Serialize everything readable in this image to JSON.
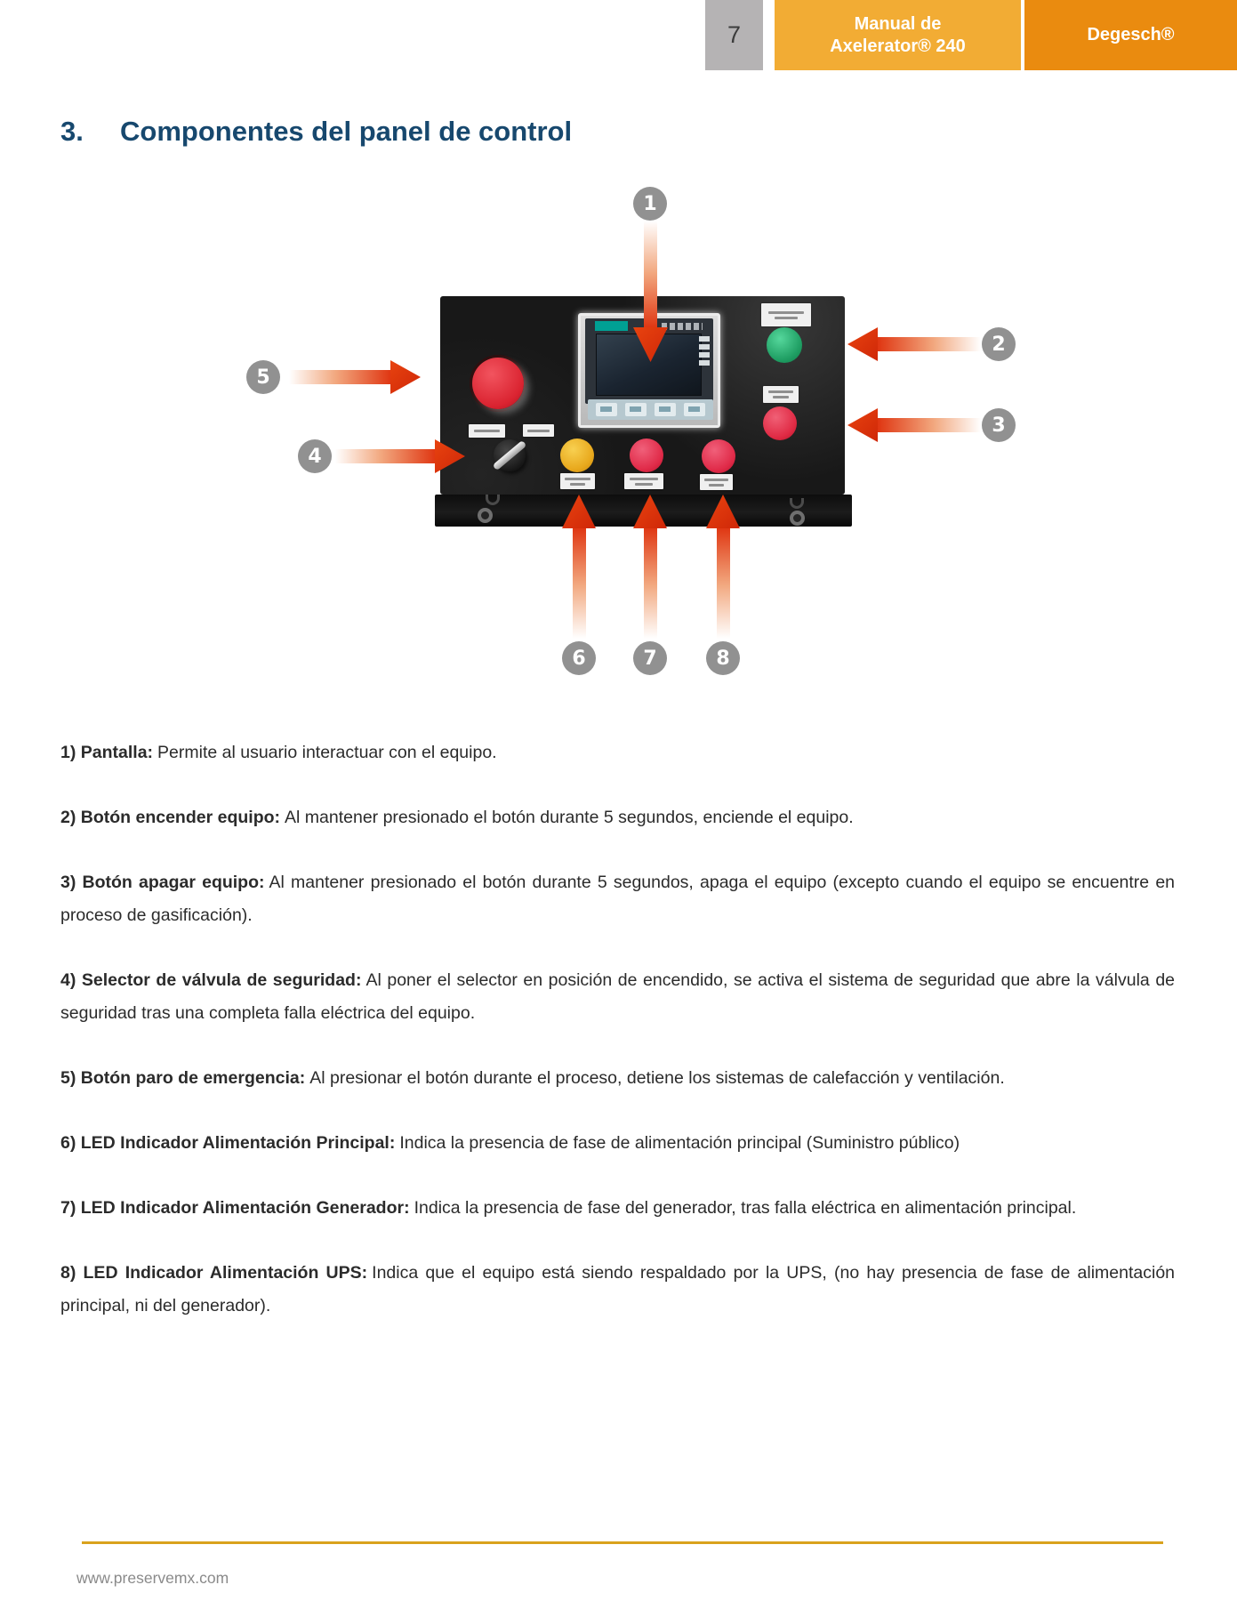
{
  "header": {
    "page_number": "7",
    "manual_title_line1": "Manual de",
    "manual_title_line2": "Axelerator® 240",
    "brand": "Degesch®"
  },
  "heading": {
    "number": "3.",
    "title": "Componentes del panel de control"
  },
  "diagram": {
    "description_icons": [
      "emergency-stop-button",
      "hmi-touchscreen",
      "siemens-logo-badge",
      "power-on-button",
      "power-off-button",
      "safety-valve-selector",
      "led-main-power",
      "led-generator",
      "led-ups"
    ],
    "callouts": [
      {
        "number": "1"
      },
      {
        "number": "2"
      },
      {
        "number": "3"
      },
      {
        "number": "4"
      },
      {
        "number": "5"
      },
      {
        "number": "6"
      },
      {
        "number": "7"
      },
      {
        "number": "8"
      }
    ]
  },
  "items": [
    {
      "label": "1) Pantalla:",
      "desc": "Permite al usuario interactuar con el equipo."
    },
    {
      "label": "2) Botón encender equipo:",
      "desc": "Al mantener presionado el botón durante 5 segundos, enciende el equipo."
    },
    {
      "label": "3) Botón apagar equipo:",
      "desc": "Al mantener presionado el botón durante 5 segundos, apaga el equipo (excepto cuando el equipo se encuentre en proceso de gasificación)."
    },
    {
      "label": "4) Selector de válvula de seguridad:",
      "desc": "Al poner el selector en posición de encendido, se activa el sistema de seguridad que abre la válvula de seguridad tras una completa falla eléctrica del equipo."
    },
    {
      "label": "5) Botón paro de emergencia:",
      "desc": "Al presionar el botón durante el proceso, detiene los sistemas de calefacción y ventilación."
    },
    {
      "label": "6) LED Indicador Alimentación Principal:",
      "desc": "Indica la presencia de fase de alimentación principal (Suministro público)"
    },
    {
      "label": "7) LED Indicador Alimentación Generador:",
      "desc": "Indica la presencia de fase del generador, tras falla eléctrica en alimentación principal."
    },
    {
      "label": "8) LED Indicador Alimentación UPS:",
      "desc": "Indica que el equipo está siendo respaldado por la UPS, (no hay presencia de fase de alimentación principal, ni del generador)."
    }
  ],
  "footer": {
    "website": "www.preservemx.com"
  },
  "colors": {
    "header_yellow": "#F2AC34",
    "header_orange": "#EA8B0F",
    "header_gray": "#B5B3B4",
    "heading_blue": "#17486E",
    "arrow_red": "#DF3410",
    "callout_gray": "#919191",
    "footer_line_gold": "#D9A21D",
    "panel_black": "#181818"
  }
}
